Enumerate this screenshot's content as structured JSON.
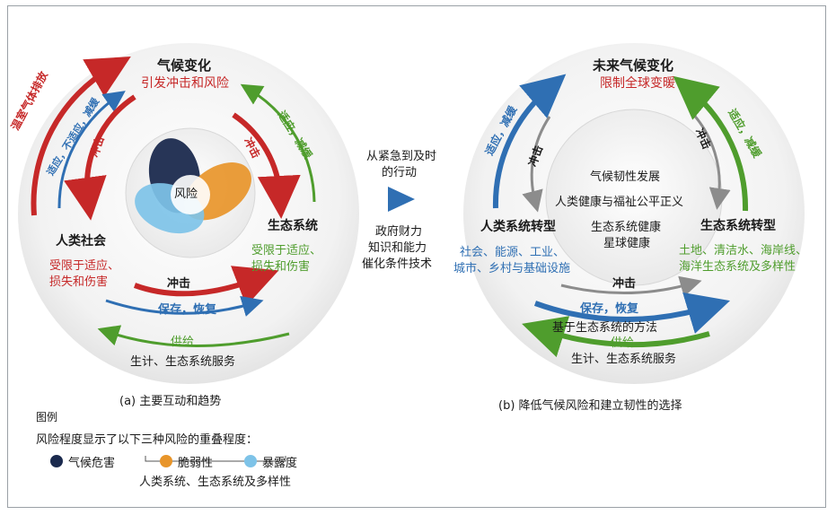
{
  "colors": {
    "red": "#c62828",
    "green": "#4f9d2d",
    "blue": "#2f6fb3",
    "gray": "#8c8c8c",
    "hazard": "#1b2a4e",
    "vulnerability": "#e8952a",
    "exposure": "#7ec3e8"
  },
  "left": {
    "title": "气候变化",
    "subtitle": "引发冲击和风险",
    "human_title": "人类社会",
    "human_sub_1": "受限于适应、",
    "human_sub_2": "损失和伤害",
    "eco_title": "生态系统",
    "eco_sub_1": "受限于适应、",
    "eco_sub_2": "损失和伤害",
    "center_label": "风险",
    "arc_emission": "温室气体排放",
    "arc_adapt": "适应，不适应，减缓",
    "arc_impact_left": "冲击",
    "arc_impact_right": "冲击",
    "arc_adapt_right": "适应，减缓",
    "arc_impact_bottom": "冲击",
    "arc_protect": "保存，恢复",
    "arc_supply": "供给",
    "services": "生计、生态系统服务",
    "caption": "(a) 主要互动和趋势"
  },
  "middle": {
    "line1": "从紧急到及时",
    "line2": "的行动",
    "line3": "政府财力",
    "line4": "知识和能力",
    "line5": "催化条件技术"
  },
  "right": {
    "title": "未来气候变化",
    "subtitle": "限制全球变暖",
    "center_1": "气候韧性发展",
    "center_2": "人类健康与福祉公平正义",
    "center_3": "生态系统健康",
    "center_4": "星球健康",
    "human_title": "人类系统转型",
    "human_sub_1": "社会、能源、工业、",
    "human_sub_2": "城市、乡村与基础设施",
    "eco_title": "生态系统转型",
    "eco_sub_1": "土地、清洁水、海岸线、",
    "eco_sub_2": "海洋生态系统及多样性",
    "arc_adapt_left": "适应，减缓",
    "arc_impact_left": "冲击",
    "arc_impact_right": "冲击",
    "arc_adapt_right": "适应，减缓",
    "arc_impact_bottom": "冲击",
    "arc_protect": "保存，恢复",
    "eco_method": "基于生态系统的方法",
    "arc_supply": "供给",
    "services": "生计、生态系统服务",
    "caption": "(b) 降低气候风险和建立韧性的选择"
  },
  "legend": {
    "title": "图例",
    "desc": "风险程度显示了以下三种风险的重叠程度：",
    "hazard": "气候危害",
    "vulnerability": "脆弱性",
    "exposure": "暴露度",
    "bracket_label": "人类系统、生态系统及多样性"
  }
}
